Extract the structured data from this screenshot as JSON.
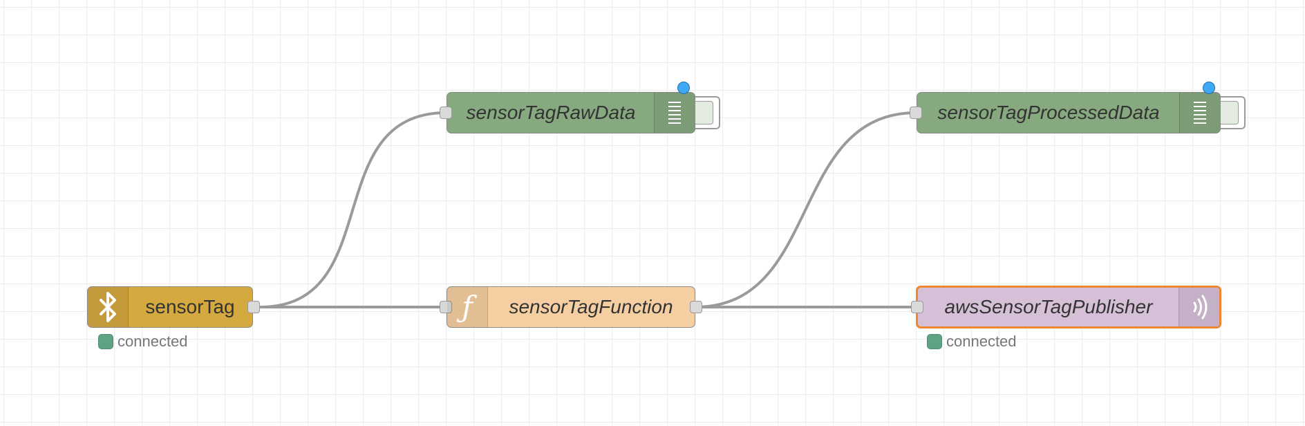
{
  "flow": {
    "nodes": {
      "sensortag": {
        "label": "sensorTag",
        "icon": "bluetooth-icon",
        "color": "#d4a940",
        "status": "connected",
        "status_color": "#5fa284"
      },
      "function": {
        "label": "sensorTagFunction",
        "icon": "function-icon",
        "color": "#f5cfa1"
      },
      "raw_debug": {
        "label": "sensorTagRawData",
        "icon": "debug-list-icon",
        "color": "#87a980"
      },
      "processed_debug": {
        "label": "sensorTagProcessedData",
        "icon": "debug-list-icon",
        "color": "#87a980"
      },
      "aws_publisher": {
        "label": "awsSensorTagPublisher",
        "icon": "wireless-icon",
        "color": "#d6c0d8",
        "status": "connected",
        "status_color": "#5fa284",
        "selected_border": "#ee8730"
      }
    },
    "changed_indicator_color": "#3fa9f5",
    "wire_color": "#9a9a9a"
  }
}
